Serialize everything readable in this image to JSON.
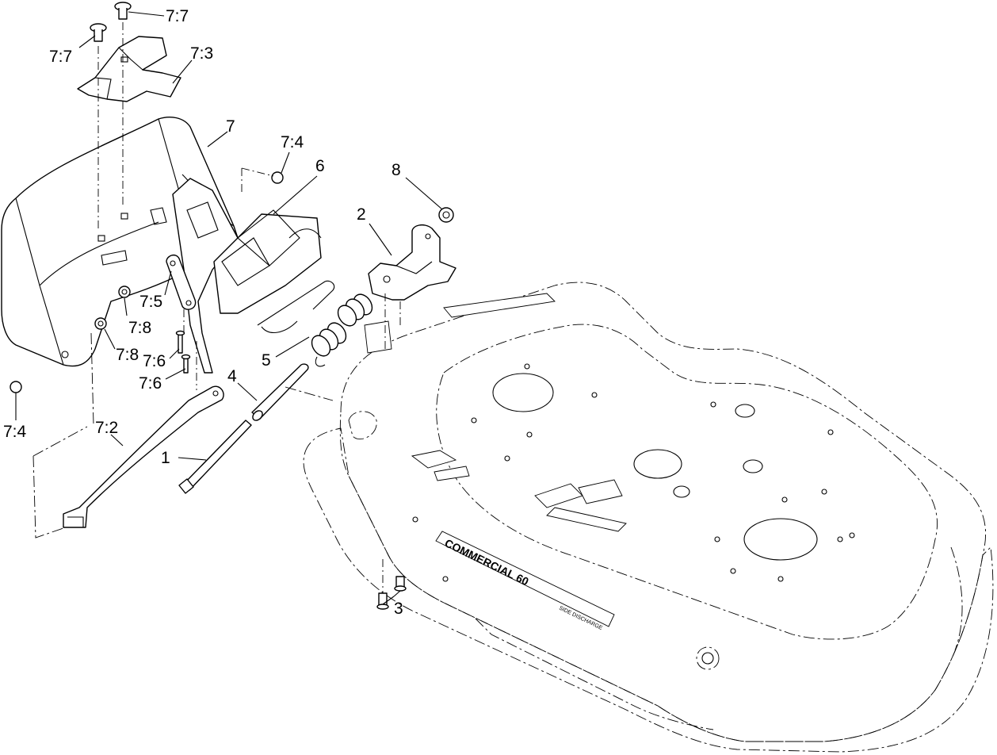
{
  "callouts": {
    "c77a": "7:7",
    "c77b": "7:7",
    "c73": "7:3",
    "c7": "7",
    "c74a": "7:4",
    "c6": "6",
    "c8": "8",
    "c2": "2",
    "c75": "7:5",
    "c78a": "7:8",
    "c78b": "7:8",
    "c76a": "7:6",
    "c76b": "7:6",
    "c5": "5",
    "c4": "4",
    "c74b": "7:4",
    "c72": "7:2",
    "c1": "1",
    "c3": "3"
  },
  "deck": {
    "logo_text": "COMMERCIAL 60",
    "logo_sub": "SIDE DISCHARGE"
  }
}
